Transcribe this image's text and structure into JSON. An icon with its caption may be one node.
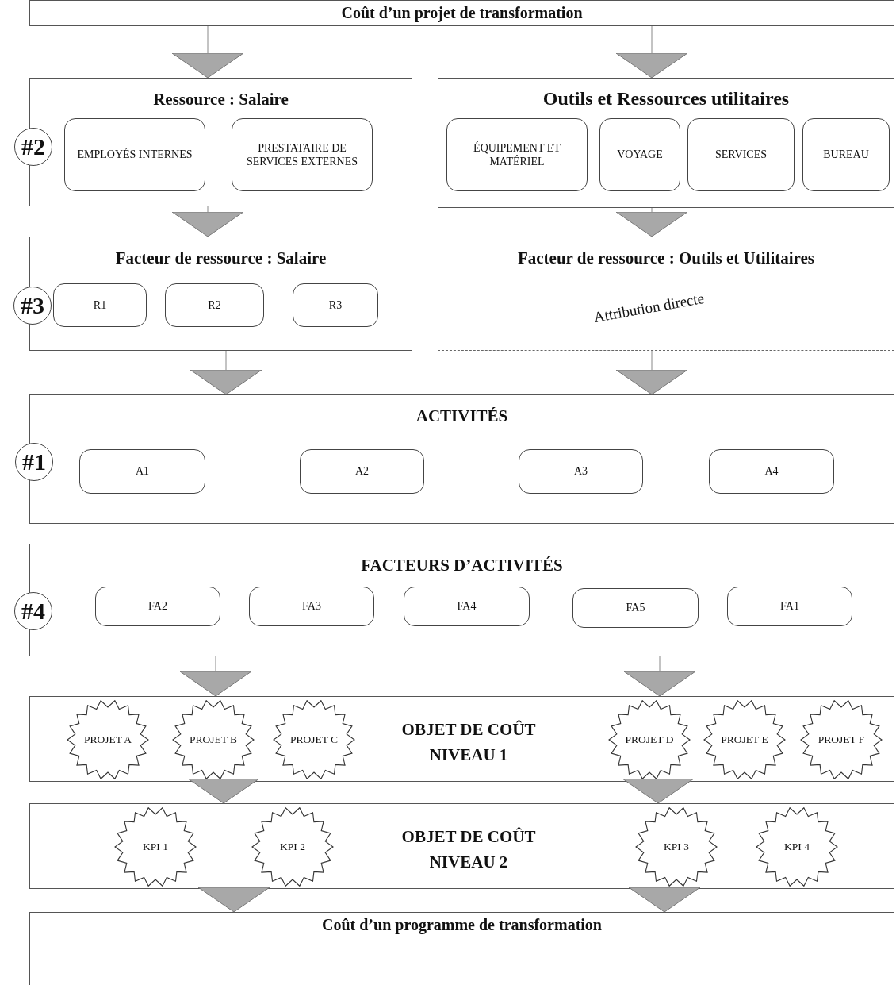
{
  "diagram": {
    "nodes": [
      {
        "text": [
          "Coût d’un projet de transformation"
        ]
      },
      {
        "text": [
          "Ressource : Salaire"
        ]
      },
      {
        "text": [
          "EMPLOYÉS INTERNES"
        ],
        "in": 1
      },
      {
        "text": [
          "PRESTATAIRE DE SERVICES EXTERNES"
        ],
        "in": 1
      },
      {
        "text": [
          "Outils et Ressources utilitaires"
        ]
      },
      {
        "text": [
          "ÉQUIPEMENT ET MATÉRIEL"
        ],
        "in": 4
      },
      {
        "text": [
          "VOYAGE"
        ],
        "in": 4
      },
      {
        "text": [
          "SERVICES"
        ],
        "in": 4
      },
      {
        "text": [
          "BUREAU"
        ],
        "in": 4
      },
      {
        "text": [
          "Facteur de ressource : Salaire"
        ]
      },
      {
        "text": [
          "R1"
        ],
        "in": 9
      },
      {
        "text": [
          "R2"
        ],
        "in": 9
      },
      {
        "text": [
          "R3"
        ],
        "in": 9
      },
      {
        "text": [
          "Facteur de ressource : Outils et Utilitaires",
          "Attribution directe"
        ]
      },
      {
        "text": [
          "ACTIVITÉS"
        ]
      },
      {
        "text": [
          "A1"
        ],
        "in": 14
      },
      {
        "text": [
          "A2"
        ],
        "in": 14
      },
      {
        "text": [
          "A3"
        ],
        "in": 14
      },
      {
        "text": [
          "A4"
        ],
        "in": 14
      },
      {
        "text": [
          "FACTEURS D’ACTIVITÉS"
        ]
      },
      {
        "text": [
          "FA2"
        ],
        "in": 19
      },
      {
        "text": [
          "FA3"
        ],
        "in": 19
      },
      {
        "text": [
          "FA4"
        ],
        "in": 19
      },
      {
        "text": [
          "FA5"
        ],
        "in": 19
      },
      {
        "text": [
          "FA1"
        ],
        "in": 19
      },
      {
        "text": [
          "OBJET DE COÛT NIVEAU 1"
        ]
      },
      {
        "text": [
          "PROJET A"
        ],
        "in": 25
      },
      {
        "text": [
          "PROJET B"
        ],
        "in": 25
      },
      {
        "text": [
          "PROJET C"
        ],
        "in": 25
      },
      {
        "text": [
          "PROJET D"
        ],
        "in": 25
      },
      {
        "text": [
          "PROJET E"
        ],
        "in": 25
      },
      {
        "text": [
          "PROJET F"
        ],
        "in": 25
      },
      {
        "text": [
          "OBJET DE COÛT NIVEAU 2"
        ]
      },
      {
        "text": [
          "KPI 1"
        ],
        "in": 32
      },
      {
        "text": [
          "KPI 2"
        ],
        "in": 32
      },
      {
        "text": [
          "KPI 3"
        ],
        "in": 32
      },
      {
        "text": [
          "KPI 4"
        ],
        "in": 32
      },
      {
        "text": [
          "Coût d’un programme de transformation"
        ]
      },
      {
        "text": [
          "#2"
        ]
      },
      {
        "text": [
          "#3"
        ]
      },
      {
        "text": [
          "#1"
        ]
      },
      {
        "text": [
          "#4"
        ]
      }
    ],
    "edges": [
      {
        "from": 0,
        "to": 1,
        "arrow": "to"
      },
      {
        "from": 0,
        "to": 4,
        "arrow": "to"
      },
      {
        "from": 1,
        "to": 9,
        "arrow": "to"
      },
      {
        "from": 4,
        "to": 13,
        "arrow": "to"
      },
      {
        "from": 9,
        "to": 14,
        "arrow": "to"
      },
      {
        "from": 13,
        "to": 14,
        "arrow": "to"
      },
      {
        "from": 19,
        "to": 25,
        "arrow": "to"
      },
      {
        "from": 19,
        "to": 25,
        "arrow": "to"
      },
      {
        "from": 25,
        "to": 32,
        "arrow": "to"
      },
      {
        "from": 25,
        "to": 32,
        "arrow": "to"
      },
      {
        "from": 32,
        "to": 37,
        "arrow": "to"
      },
      {
        "from": 32,
        "to": 37,
        "arrow": "to"
      }
    ]
  }
}
